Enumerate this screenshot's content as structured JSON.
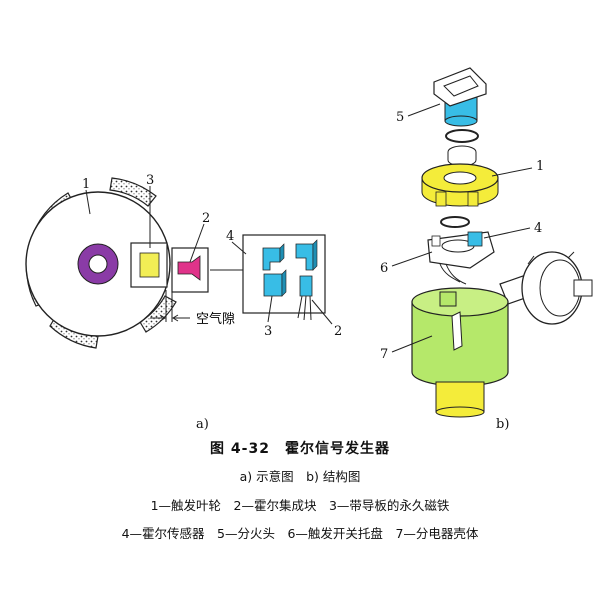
{
  "diagram": {
    "part_a_label": "a)",
    "part_b_label": "b)",
    "callouts_a": [
      "1",
      "2",
      "3",
      "4",
      "2",
      "3"
    ],
    "callouts_b": [
      "5",
      "1",
      "4",
      "6",
      "7"
    ],
    "air_gap_label": "空气隙"
  },
  "caption": {
    "title": "图 4-32　霍尔信号发生器",
    "subtitle": "a) 示意图　b) 结构图",
    "legend_line1": "1—触发叶轮　2—霍尔集成块　3—带导板的永久磁铁",
    "legend_line2": "4—霍尔传感器　5—分火头　6—触发开关托盘　7—分电器壳体"
  },
  "colors": {
    "magnet": "#f2ee55",
    "hall_chip": "#e0338a",
    "hub": "#8a3ba6",
    "sensor_blue": "#38bde6",
    "trigger_wheel_yellow": "#f4ec3a",
    "housing_green": "#b5e86a"
  }
}
